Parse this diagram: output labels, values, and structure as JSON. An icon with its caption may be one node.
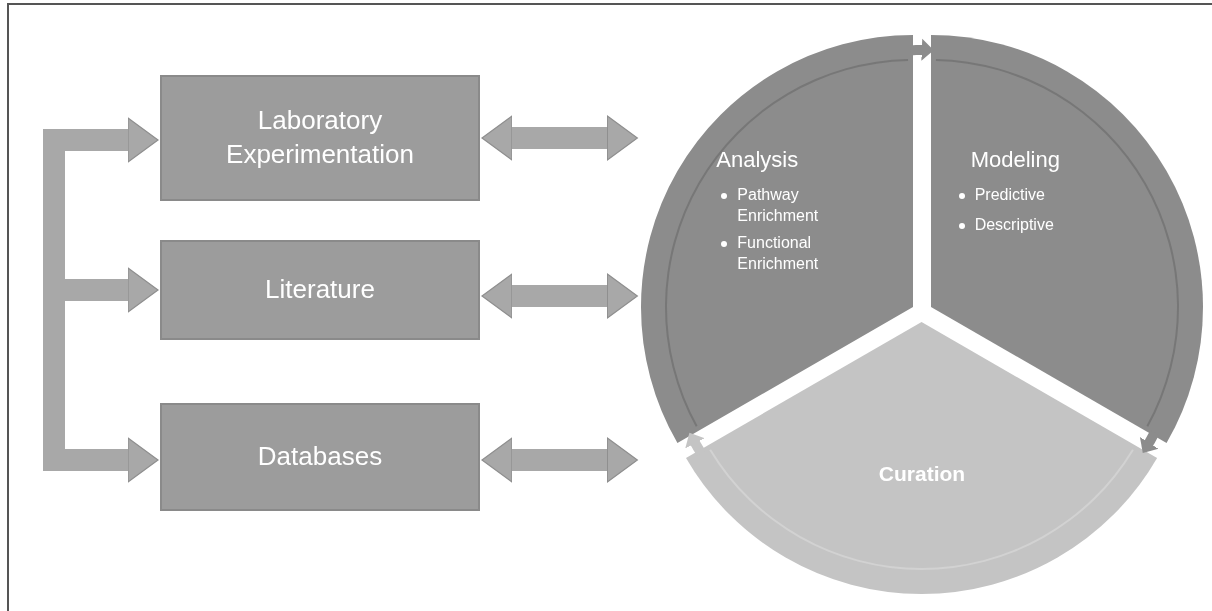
{
  "diagram": {
    "nodes": [
      {
        "text": [
          "Laboratory Experimentation"
        ]
      },
      {
        "text": [
          "Literature"
        ]
      },
      {
        "text": [
          "Databases"
        ]
      },
      {
        "text": [
          "Analysis",
          "Pathway Enrichment",
          "Functional Enrichment"
        ]
      },
      {
        "text": [
          "Modeling",
          "Predictive",
          "Descriptive"
        ]
      },
      {
        "text": [
          "Curation"
        ]
      }
    ],
    "edges": [
      {
        "from": null,
        "to": 0,
        "arrow": "to"
      },
      {
        "from": null,
        "to": 1,
        "arrow": "to"
      },
      {
        "from": null,
        "to": 2,
        "arrow": "to"
      },
      {
        "from": 0,
        "to": 3,
        "arrow": "both"
      },
      {
        "from": 1,
        "to": 3,
        "arrow": "both"
      },
      {
        "from": 2,
        "to": 3,
        "arrow": "both"
      },
      {
        "from": 3,
        "to": 4,
        "arrow": "to",
        "color": "#8c8c8c"
      },
      {
        "from": 4,
        "to": 5,
        "arrow": "to",
        "color": "#8c8c8c"
      },
      {
        "from": 5,
        "to": 3,
        "arrow": "to",
        "color": "#c4c4c4"
      }
    ]
  }
}
